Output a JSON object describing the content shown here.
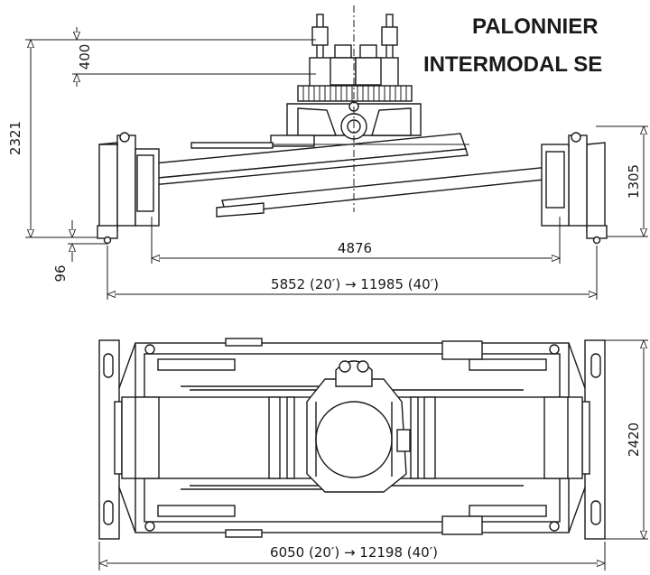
{
  "title": {
    "line1": "PALONNIER",
    "line2": "INTERMODAL SE"
  },
  "dimensions": {
    "lift_height": "400",
    "total_height": "2321",
    "side_height": "1305",
    "bottom_offset": "96",
    "inner_width": "4876",
    "outer_width_side": "5852 (20′) → 11985 (40′)",
    "plan_depth": "2420",
    "plan_width": "6050 (20′) → 12198 (40′)"
  },
  "colors": {
    "line": "#1a1a1a",
    "fill": "#ffffff"
  }
}
